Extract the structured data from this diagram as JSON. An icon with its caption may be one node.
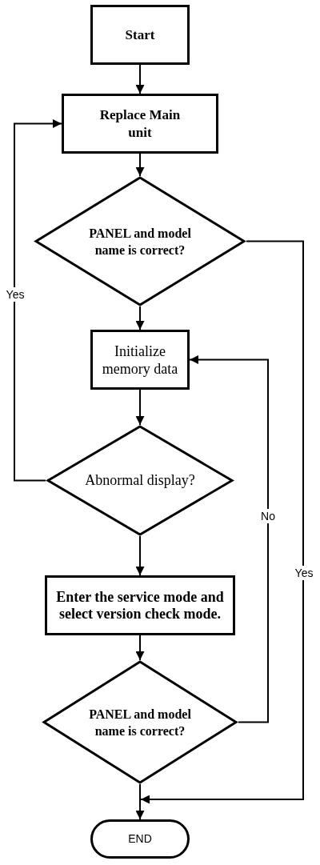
{
  "diagram": {
    "nodes": [
      {
        "text": [
          "Start"
        ]
      },
      {
        "text": [
          "Replace Main unit"
        ]
      },
      {
        "text": [
          "PANEL and model name is correct?"
        ]
      },
      {
        "text": [
          "Initialize memory data"
        ]
      },
      {
        "text": [
          "Abnormal display?"
        ]
      },
      {
        "text": [
          "Enter the service mode and select version check mode."
        ]
      },
      {
        "text": [
          "PANEL and model name is correct?"
        ]
      },
      {
        "text": [
          "END"
        ]
      }
    ],
    "edges": [
      {
        "from": 0,
        "to": 1,
        "arrow": "to"
      },
      {
        "from": 1,
        "to": 2,
        "arrow": "to"
      },
      {
        "from": 2,
        "to": 3,
        "arrow": "to"
      },
      {
        "from": 3,
        "to": 4,
        "arrow": "to"
      },
      {
        "from": 4,
        "to": 5,
        "arrow": "to"
      },
      {
        "from": 5,
        "to": 6,
        "arrow": "to"
      },
      {
        "from": 6,
        "to": 7,
        "arrow": "to"
      },
      {
        "from": 4,
        "to": 1,
        "arrow": "to",
        "label": "Yes"
      },
      {
        "from": 6,
        "to": 3,
        "arrow": "to",
        "label": "No"
      },
      {
        "from": 2,
        "to": 7,
        "arrow": "to",
        "label": "Yes"
      }
    ]
  }
}
